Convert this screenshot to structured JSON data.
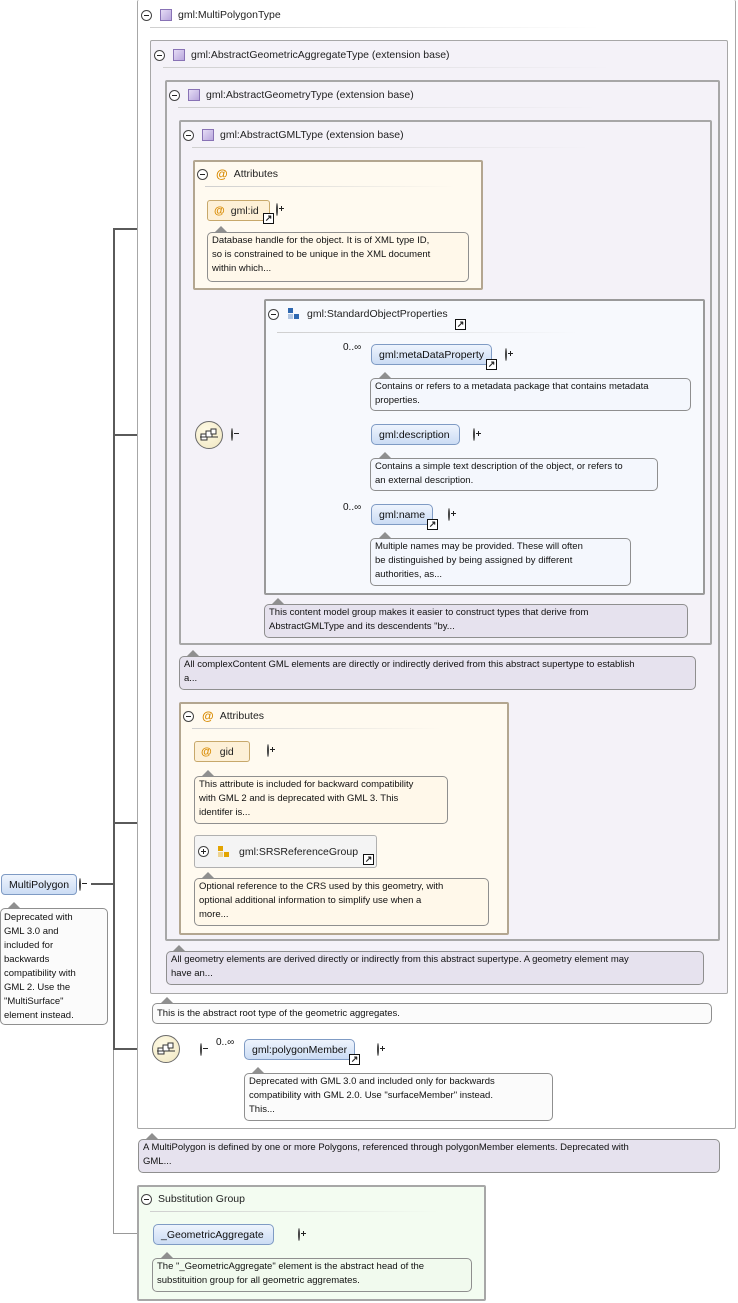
{
  "root": {
    "name": "MultiPolygon",
    "doc": "Deprecated with GML 3.0 and included for backwards compatibility with GML 2. Use the \"MultiSurface\" element instead.",
    "doc_lines": [
      "Deprecated with",
      "GML 3.0 and",
      "included for",
      "backwards",
      "compatibility with",
      "GML 2. Use the",
      "\"MultiSurface\"",
      "element instead."
    ]
  },
  "types": {
    "multipolygon": {
      "title": "gml:MultiPolygonType",
      "doc_lines": [
        "A MultiPolygon is defined by one or more Polygons, referenced through polygonMember elements. Deprecated with",
        "GML..."
      ]
    },
    "aggregate": {
      "title": "gml:AbstractGeometricAggregateType (extension base)",
      "doc": "This is the abstract root type of the geometric aggregates."
    },
    "geometry": {
      "title": "gml:AbstractGeometryType (extension base)",
      "doc_lines": [
        "All geometry elements are derived directly or indirectly from this abstract supertype. A geometry element may",
        "have an..."
      ]
    },
    "gml": {
      "title": "gml:AbstractGMLType (extension base)",
      "doc_lines": [
        "All complexContent GML elements are directly or indirectly derived from this abstract supertype to establish",
        "a..."
      ]
    }
  },
  "attributes_gml": {
    "title": "Attributes",
    "attr_name": "gml:id",
    "doc_lines": [
      "Database handle for the object. It is of XML type ID,",
      "so is constrained to be unique in the XML document",
      "within which..."
    ]
  },
  "standard_props": {
    "title": "gml:StandardObjectProperties",
    "doc_lines": [
      "This content model group makes it easier to construct types that derive from",
      "AbstractGMLType and its descendents \"by..."
    ],
    "items": [
      {
        "name": "gml:metaDataProperty",
        "card": "0..∞",
        "doc_lines": [
          "Contains or refers to a metadata package that contains metadata",
          "properties."
        ]
      },
      {
        "name": "gml:description",
        "card": "",
        "doc_lines": [
          "Contains a simple text description of the object, or refers to",
          "an external description."
        ]
      },
      {
        "name": "gml:name",
        "card": "0..∞",
        "doc_lines": [
          "Multiple names may be provided. These will often",
          "be distinguished by being assigned by different",
          "authorities, as..."
        ]
      }
    ]
  },
  "attributes_geom": {
    "title": "Attributes",
    "attr_name": "gid",
    "attr_doc_lines": [
      "This attribute is included for backward compatibility",
      "with GML 2 and is deprecated with GML 3. This",
      "identifer is..."
    ],
    "group_name": "gml:SRSReferenceGroup",
    "group_doc_lines": [
      "Optional reference to the CRS used by this geometry, with",
      "optional additional information to simplify use when a",
      "more..."
    ]
  },
  "polygon_member": {
    "name": "gml:polygonMember",
    "card": "0..∞",
    "doc_lines": [
      "Deprecated with GML 3.0 and included only for backwards",
      "compatibility with GML 2.0. Use \"surfaceMember\" instead.",
      "This..."
    ]
  },
  "substitution": {
    "title": "Substitution Group",
    "head": "_GeometricAggregate",
    "doc_lines": [
      "The \"_GeometricAggregate\" element is the abstract head of the",
      "substituition group for all geometric aggremates."
    ]
  },
  "colors": {
    "element_fill": "#cbdcf4",
    "type_fill": "#f4f2f8",
    "attr_fill": "#fffaf0",
    "subst_fill": "#f3fcf1",
    "connector": "#5a5a5a"
  }
}
